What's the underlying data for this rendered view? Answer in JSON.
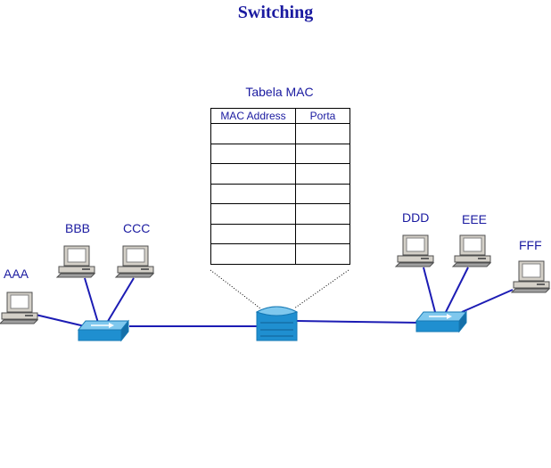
{
  "title": "Switching",
  "mac_table": {
    "title": "Tabela MAC",
    "headers": [
      "MAC Address",
      "Porta"
    ],
    "rows": [
      [
        "",
        ""
      ],
      [
        "",
        ""
      ],
      [
        "",
        ""
      ],
      [
        "",
        ""
      ],
      [
        "",
        ""
      ],
      [
        "",
        ""
      ],
      [
        "",
        ""
      ]
    ]
  },
  "hosts": [
    "AAA",
    "BBB",
    "CCC",
    "DDD",
    "EEE",
    "FFF"
  ],
  "colors": {
    "text": "#1a1aa0",
    "link": "#1c1cb4",
    "switch": "#1f8fd0"
  }
}
